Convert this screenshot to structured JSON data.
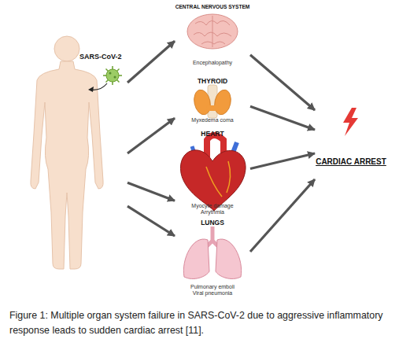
{
  "diagram": {
    "caption": "Figure 1: Multiple organ system failure in SARS-CoV-2 due to aggressive inflammatory response leads to sudden cardiac arrest [11].",
    "nodes": [
      {
        "text": [
          "SARS-CoV-2"
        ]
      },
      {
        "text": [
          "CENTRAL NERVOUS SYSTEM",
          "Encephalopathy"
        ]
      },
      {
        "text": [
          "THYROID",
          "Myxedema coma"
        ]
      },
      {
        "text": [
          "HEART",
          "Myocyte damage",
          "Arrythmia"
        ]
      },
      {
        "text": [
          "LUNGS",
          "Pulmonary emboli",
          "Viral pneumonia"
        ]
      },
      {
        "text": [
          "CARDIAC ARREST"
        ]
      }
    ],
    "edges": [
      {
        "from": 0,
        "to": 1,
        "arrow": "to"
      },
      {
        "from": 0,
        "to": 2,
        "arrow": "to"
      },
      {
        "from": 0,
        "to": 3,
        "arrow": "to"
      },
      {
        "from": 0,
        "to": 4,
        "arrow": "to"
      },
      {
        "from": 1,
        "to": 5,
        "arrow": "to"
      },
      {
        "from": 2,
        "to": 5,
        "arrow": "to"
      },
      {
        "from": 3,
        "to": 5,
        "arrow": "to"
      },
      {
        "from": 4,
        "to": 5,
        "arrow": "to"
      }
    ]
  }
}
